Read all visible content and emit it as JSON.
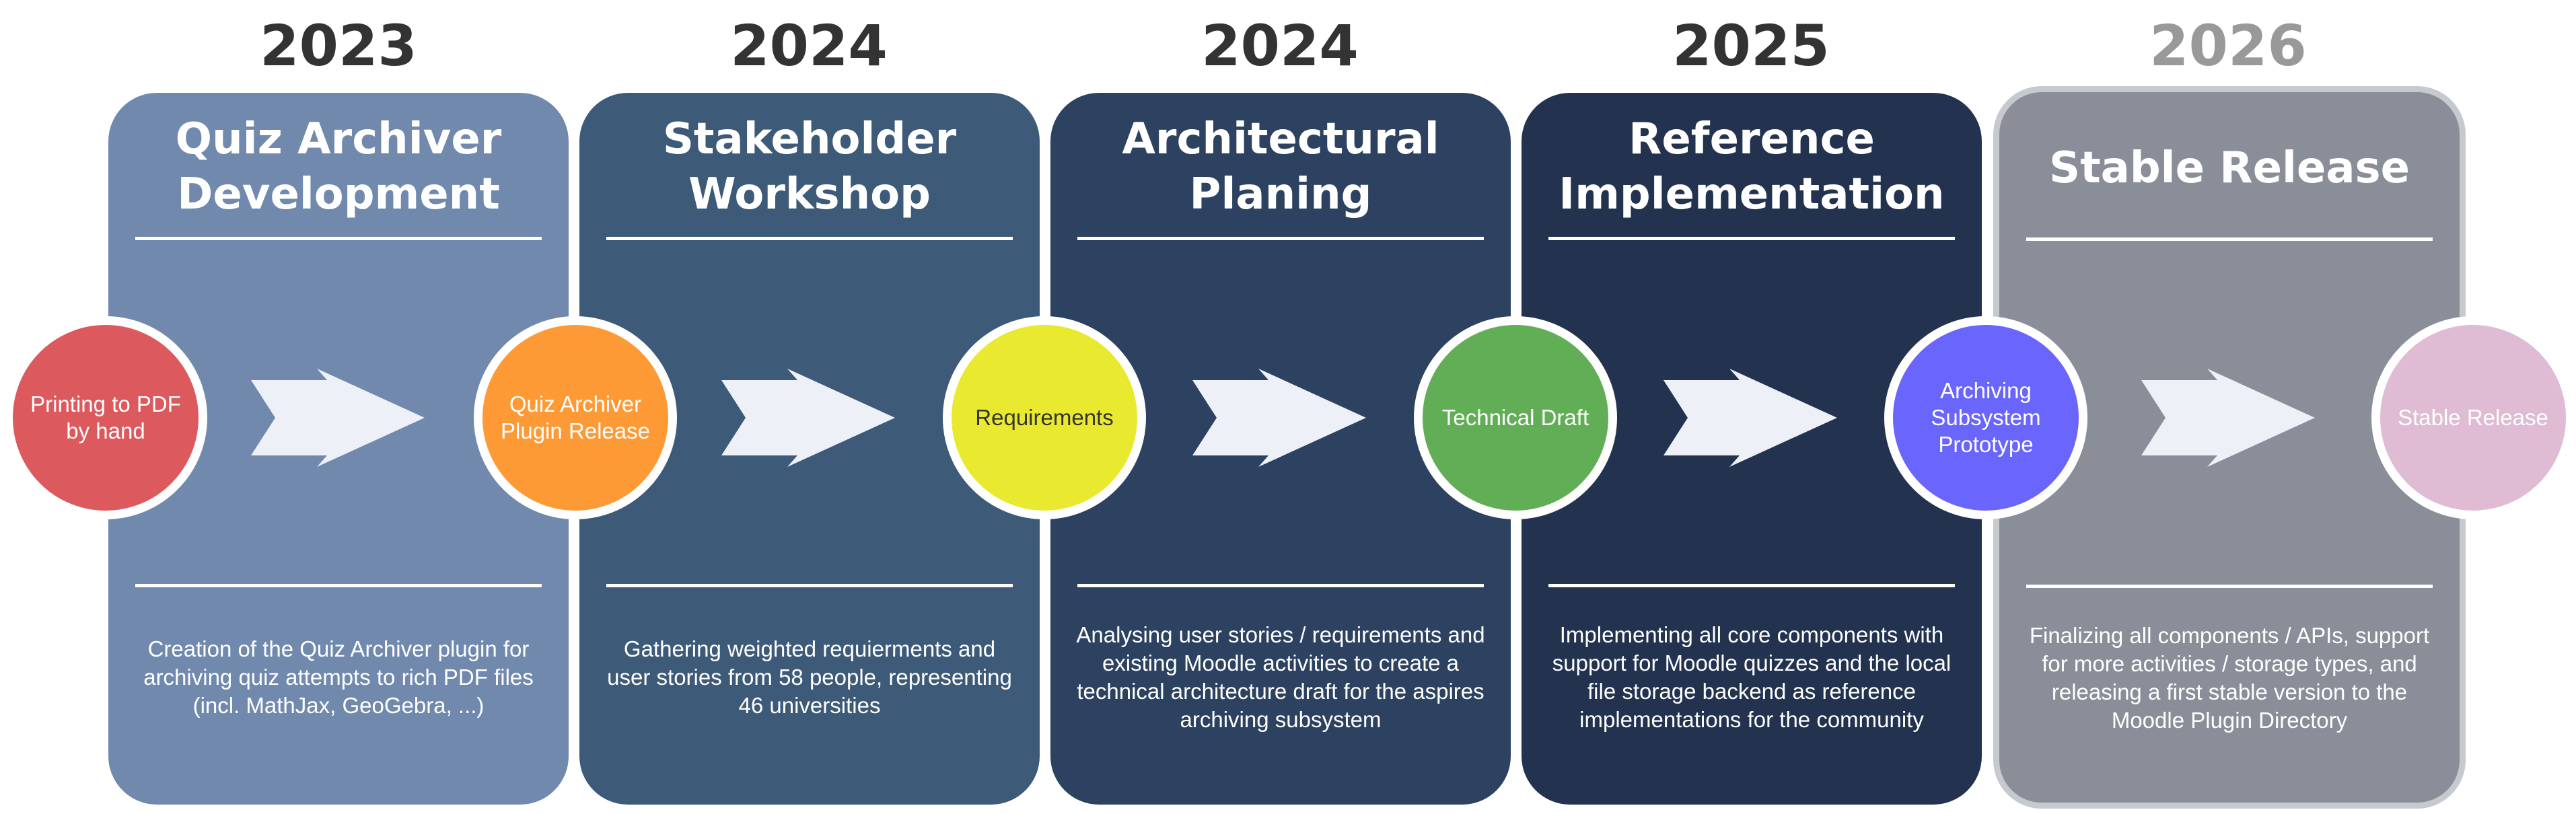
{
  "phases": [
    {
      "year": "2023",
      "title": "Quiz Archiver Development",
      "description": "Creation of the Quiz Archiver plugin for archiving quiz attempts to rich PDF files (incl. MathJax, GeoGebra, ...)",
      "color": "#7089ad",
      "future": false
    },
    {
      "year": "2024",
      "title": "Stakeholder Workshop",
      "description": "Gathering weighted requierments and user stories from 58 people, representing 46 universities",
      "color": "#3d5b78",
      "future": false
    },
    {
      "year": "2024",
      "title": "Architectural Planing",
      "description": "Analysing user stories / requirements and existing Moodle activities to create a technical architecture draft for the aspires archiving subsystem",
      "color": "#2c4260",
      "future": false
    },
    {
      "year": "2025",
      "title": "Reference Implementation",
      "description": "Implementing all core components with support for Moodle quizzes and the local file storage backend as reference implementations for the community",
      "color": "#22324f",
      "future": false
    },
    {
      "year": "2026",
      "title": "Stable Release",
      "description": "Finalizing all components / APIs, support for more activities / storage types, and releasing a first stable version to the Moodle Plugin Directory",
      "color": "#898e99",
      "future": true
    }
  ],
  "milestones": [
    {
      "label": "Printing to PDF by hand",
      "color": "#dc595d",
      "text_color": "#ffffff",
      "future": false
    },
    {
      "label": "Quiz Archiver Plugin Release",
      "color": "#fd9a35",
      "text_color": "#ffffff",
      "future": false
    },
    {
      "label": "Requirements",
      "color": "#e9ea30",
      "text_color": "#333333",
      "future": false
    },
    {
      "label": "Technical Draft",
      "color": "#62ae56",
      "text_color": "#ffffff",
      "future": false
    },
    {
      "label": "Archiving Subsystem Prototype",
      "color": "#6965fd",
      "text_color": "#ffffff",
      "future": false
    },
    {
      "label": "Stable Release",
      "color": "#dfbcd3",
      "text_color": "#ffffff",
      "future": true
    }
  ],
  "arrow_color": "#eef0f8"
}
